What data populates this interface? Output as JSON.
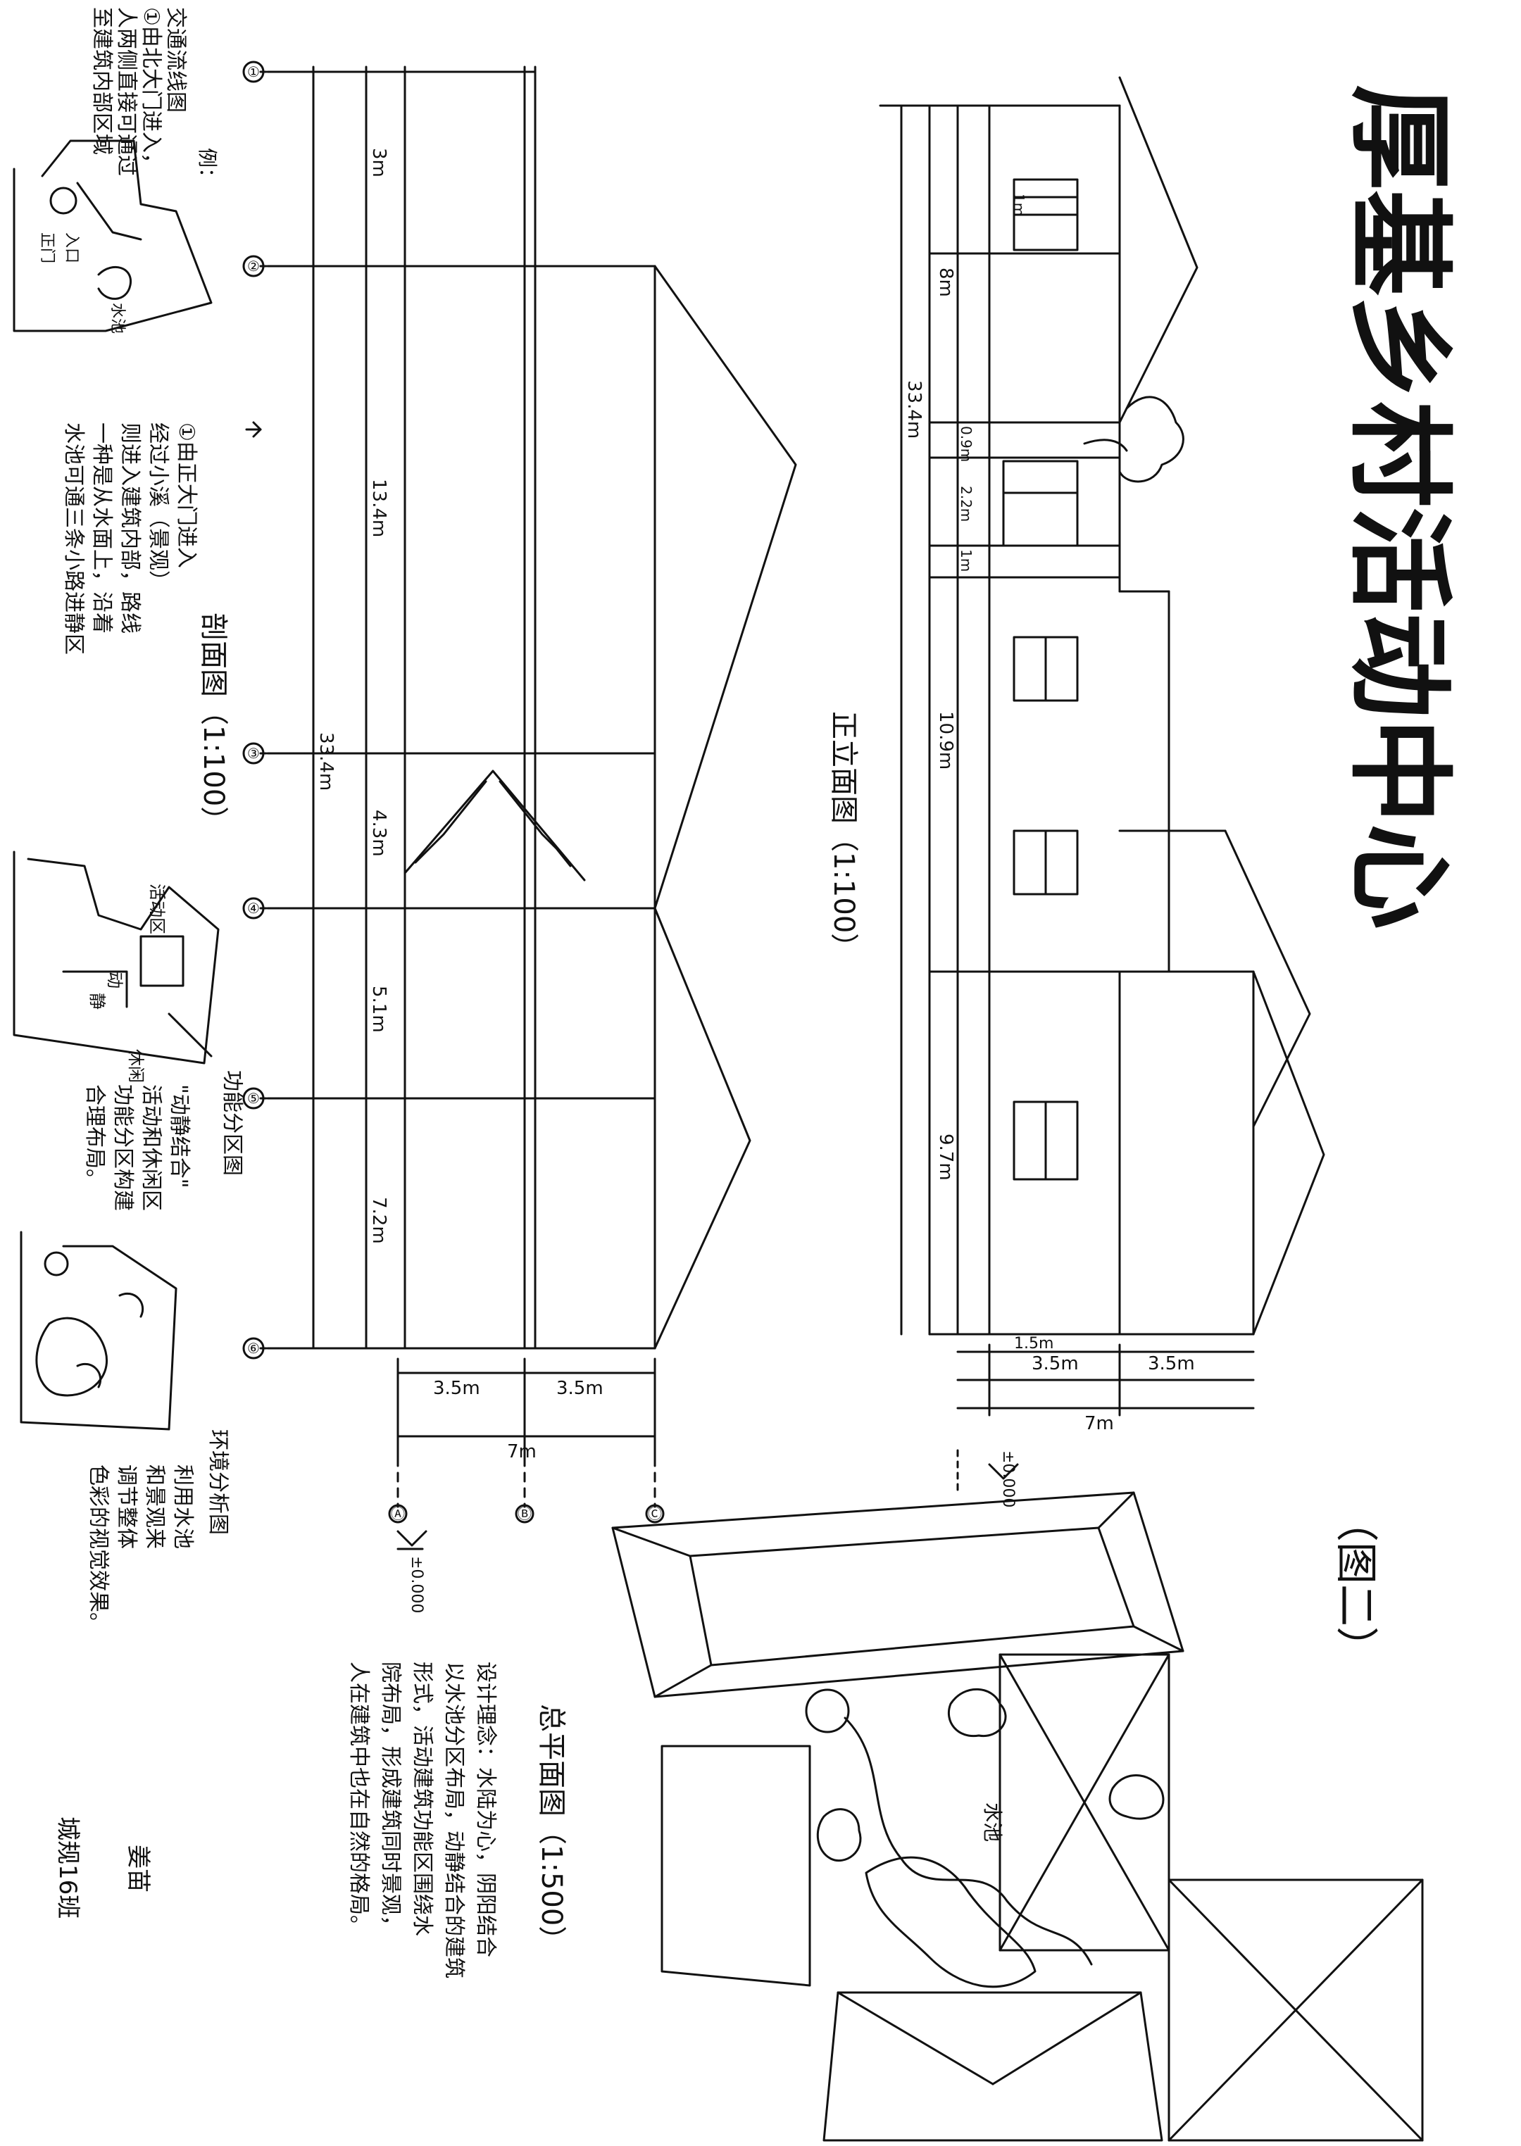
{
  "title": {
    "text": "厚基乡村活动中心",
    "tag": "（图二）"
  },
  "elevation": {
    "label": "正立面图（1:100）",
    "dims": {
      "total_length": "33.4m",
      "segment_a": "8m",
      "segment_b": "10.9m",
      "segment_c": "9.7m",
      "door_small_a": "0.9m",
      "door_small_b": "2.2m",
      "door_small_c": "1m",
      "window_size": "1m",
      "depth_a": "3.5m",
      "depth_b": "3.5m",
      "depth_c": "1.5m",
      "depth_total": "7m",
      "base_level": "±0.000"
    }
  },
  "section": {
    "label": "剖面图（1:100）",
    "dims": {
      "total_length": "33.4m",
      "seg_1": "3m",
      "seg_2": "13.4m",
      "seg_3": "4.3m",
      "seg_4": "5.1m",
      "seg_5": "7.2m",
      "width_a": "3.5m",
      "width_b": "3.5m",
      "width_total": "7m",
      "base_level": "±0.000"
    },
    "axis_numbers": [
      "①",
      "②",
      "③",
      "④",
      "⑤",
      "⑥"
    ],
    "axis_letters": [
      "Ⓐ",
      "Ⓑ",
      "Ⓒ"
    ]
  },
  "notes": {
    "circulation_title": "交通流线图",
    "circulation_lines": [
      "①由北大门进入，",
      "人两侧直接可通过",
      "至建筑内部区域"
    ],
    "circulation_note2": [
      "①由正大门进入",
      "经过小溪（景观）",
      "则进入建筑内部，路线",
      "一种是从水面上，沿着",
      "水池可通三条小路进静区"
    ],
    "legend_example": "例：",
    "legend_items": [
      "正门",
      "入口",
      "水池"
    ],
    "zoning_title": "功能分区图",
    "zoning_lines": [
      "\"动静结合\"",
      "活动和休闲区",
      "功能分区构建",
      "合理布局。"
    ],
    "zoning_labels": [
      "活动区",
      "动",
      "静",
      "休闲"
    ],
    "landscape_title": "环境分析图",
    "landscape_lines": [
      "利用水池",
      "和景观来",
      "调节整体",
      "色彩的视觉效果。"
    ]
  },
  "site_plan": {
    "label": "总平面图（1:500）",
    "pool_label": "水池",
    "design_concept": [
      "设计理念：水陆为心，阴阳结合",
      "以水池分区布局，动静结合的建筑",
      "形式，活动建筑功能区围绕水",
      "院布局，形成建筑同时景观，",
      "人在建筑中也在自然的格局。"
    ]
  },
  "author": {
    "name": "姜苗",
    "class": "城规16班"
  }
}
